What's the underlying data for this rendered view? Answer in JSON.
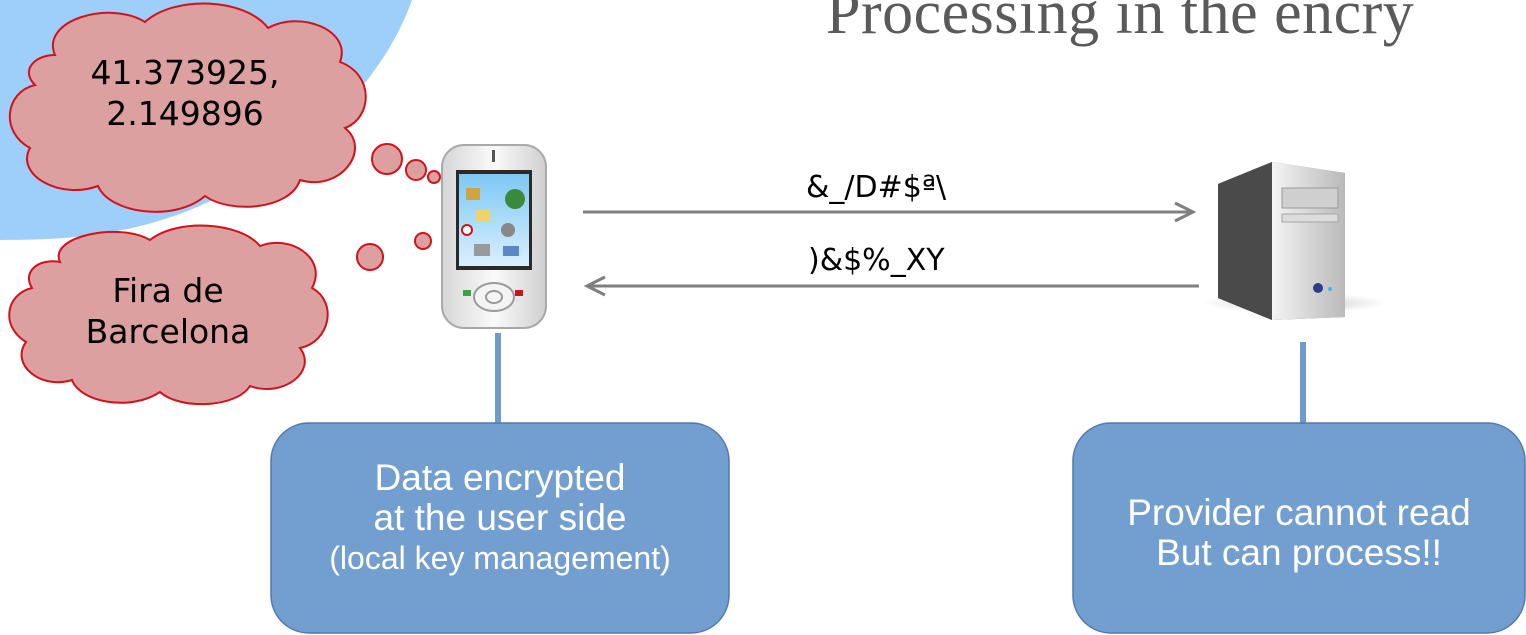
{
  "title": "Processing in the encry",
  "clouds": {
    "coordinates": {
      "line1": "41.373925,",
      "line2": "2.149896"
    },
    "place": {
      "line1": "Fira de",
      "line2": "Barcelona"
    }
  },
  "arrows": {
    "to_server": "&_/D#$ª\\",
    "to_device": ")&$%_XY"
  },
  "boxes": {
    "client": {
      "line1": "Data encrypted",
      "line2": "at the user side",
      "line3": "(local key management)"
    },
    "provider": {
      "line1": "Provider cannot read",
      "line2": "But can process!!"
    }
  },
  "colors": {
    "background_blob": "#9ecffb",
    "cloud_fill": "#dda0a0",
    "cloud_stroke": "#d0121b",
    "arrow": "#7f7f7f",
    "box_fill": "#729fcf",
    "connector": "#6f9bcf"
  },
  "icons": {
    "device": "smartphone-icon",
    "server": "server-tower-icon"
  }
}
